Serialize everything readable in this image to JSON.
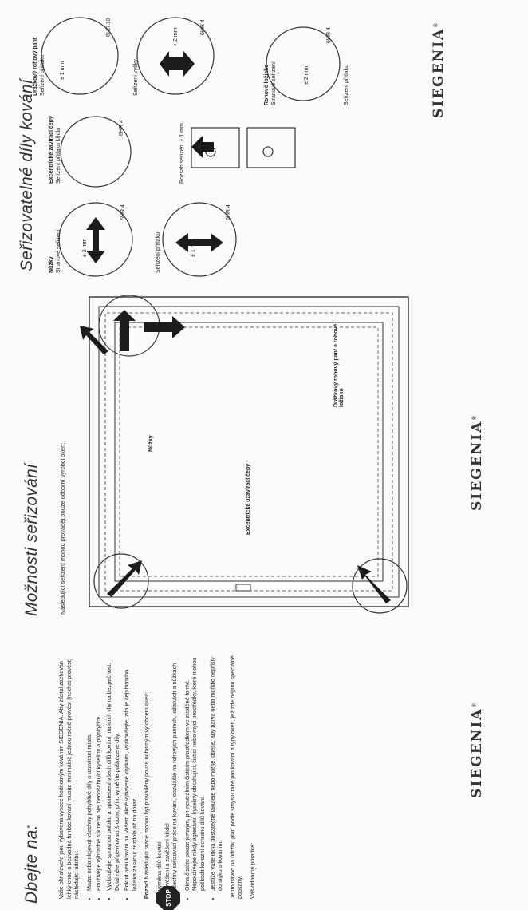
{
  "left": {
    "title": "Dbejte na:",
    "intro": "Vaše okna/dveře jsou vybavena vysoce hodnotným kováním SIEGENIA. Aby zůstal zachován lehký chod a bezvadná funkce kování musíte minimálně jednou ročně provést (nechat provést) následující údržbu:",
    "bullets": [
      "Mazat nebo olejovat všechny pohyblivé díly a uzavírací místa.",
      "Používejte výhradně tuk nebo olej neobsahující kyseliny a pryskyřice.",
      "Vyzkoušejte správnou polohu a opotřebení všech dílů kování majících vliv na bezpečnost. Dotáhněte připevňovací šrouby, příp. vyměňte poškozené díly.",
      "Pokud není kování na Vašem okně vybavené krytkami, vyzkoušejte, zda je čep horního ložiska zasunut zezdola až na doraz."
    ],
    "warning_title": "Pozor!",
    "warning_text": "Následující práce mohou být prováděny pouze odborným výrobcem oken:",
    "warning_items": [
      "– výměna dílů kování",
      "– vyvěšení a zavěšení křídel",
      "– všechny seřizovací práce na kování, obzvláště na rohových pantech, ložiskách a nůžkách"
    ],
    "bullets2": [
      "Okna čistěte pouze jemným, ph-neutrálním čisticím prostředkem ve zředěné formě. Nepoužívejte nikdy agresivní, kyseliny obsahující, čisticí nebo mycí prostředky, které mohou poškodit korozní ochranu dílů kování.",
      "Jestliže Vaše okna dostatečně lakujete nebo mořite, dbejte, aby barva nebo mořidlo nepřišly do styku s kováním."
    ],
    "note": "Tento návod na údržbu platí podle smyslu také pro kování a typy oken, jež zde nejsou speciálně popsány.",
    "dealer": "Váš odborný poradce:",
    "stop": "STOP",
    "logo": "SIEGENIA"
  },
  "middle": {
    "title": "Možnosti seřizování",
    "intro": "Následující seřízení mohou provádět pouze odborní výrobci oken:",
    "labels": {
      "scissors": "Nůžky",
      "cam": "Excentrické uzavírací čepy",
      "hinge": "Drážkový rohový pant a rohové ložisko"
    },
    "logo": "SIEGENIA"
  },
  "right": {
    "title": "Seřizovatelné díly kování",
    "scissors": "Nůžky",
    "lateral": "Stranové seřízení",
    "press": "Seřízení přítlaku",
    "cam": "Excentrické zavírací čepy",
    "cam_press": "Seřízení přítlaku křídla",
    "range": "Rozsah seřízení ± 1 mm",
    "hinge": "Drážkový rohový pant",
    "hinge_press": "Seřízení přítlaku",
    "height": "Seřízení výšky",
    "corner": "Rohové ložisko",
    "corner_lateral": "Stranové seřízení",
    "corner_press": "Seřízení přítlaku",
    "tool4": "6HR 4",
    "tool10": "6HR 10",
    "pm1": "± 1 mm",
    "pm2": "± 2 mm",
    "pm2b": "+ 2 mm",
    "logo": "SIEGENIA"
  }
}
